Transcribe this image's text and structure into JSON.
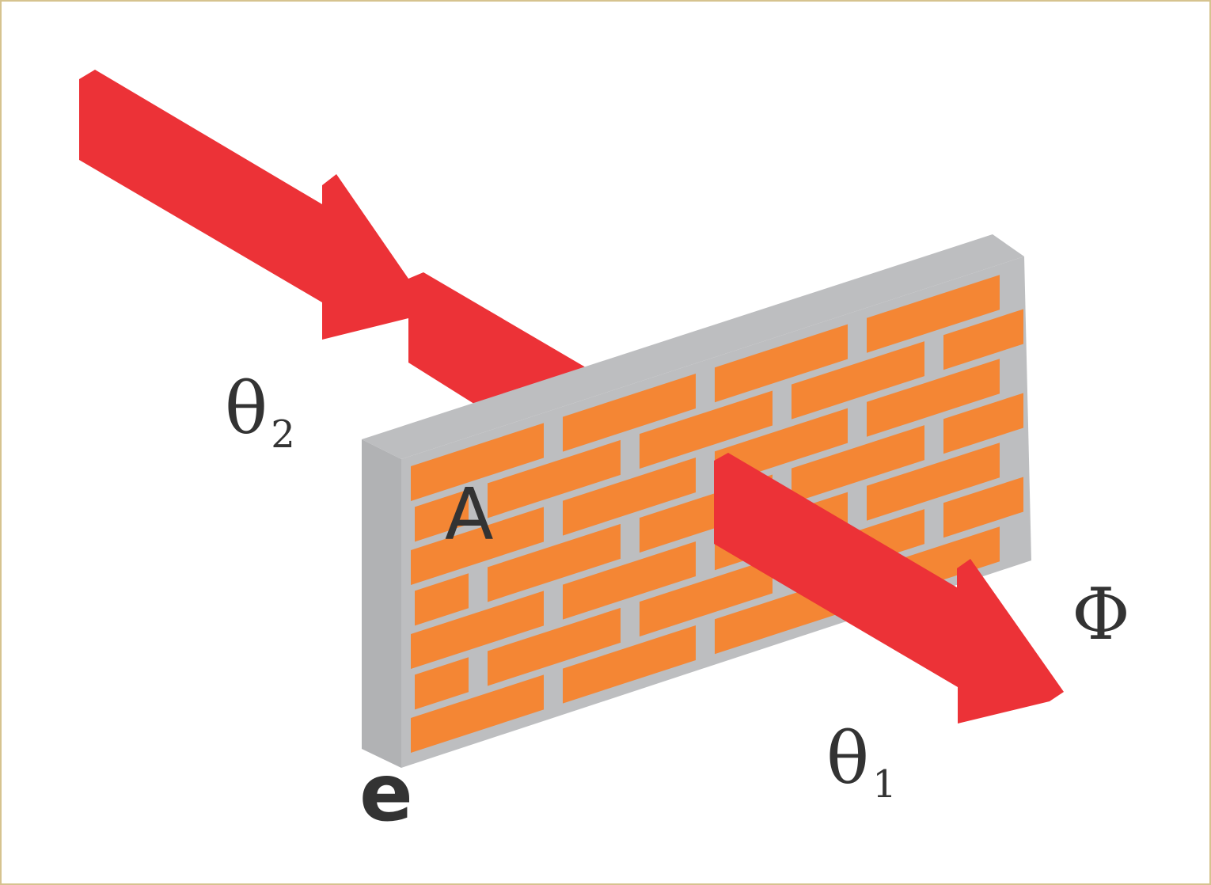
{
  "labels": {
    "theta2": "θ",
    "theta2_sub": "2",
    "theta1": "θ",
    "theta1_sub": "1",
    "phi": "Φ",
    "area": "A",
    "thickness": "e"
  },
  "colors": {
    "arrow": "#ec3237",
    "brick": "#f48634",
    "mortar": "#bdbec0",
    "frame_border": "#d6c38f",
    "text": "#333333"
  }
}
